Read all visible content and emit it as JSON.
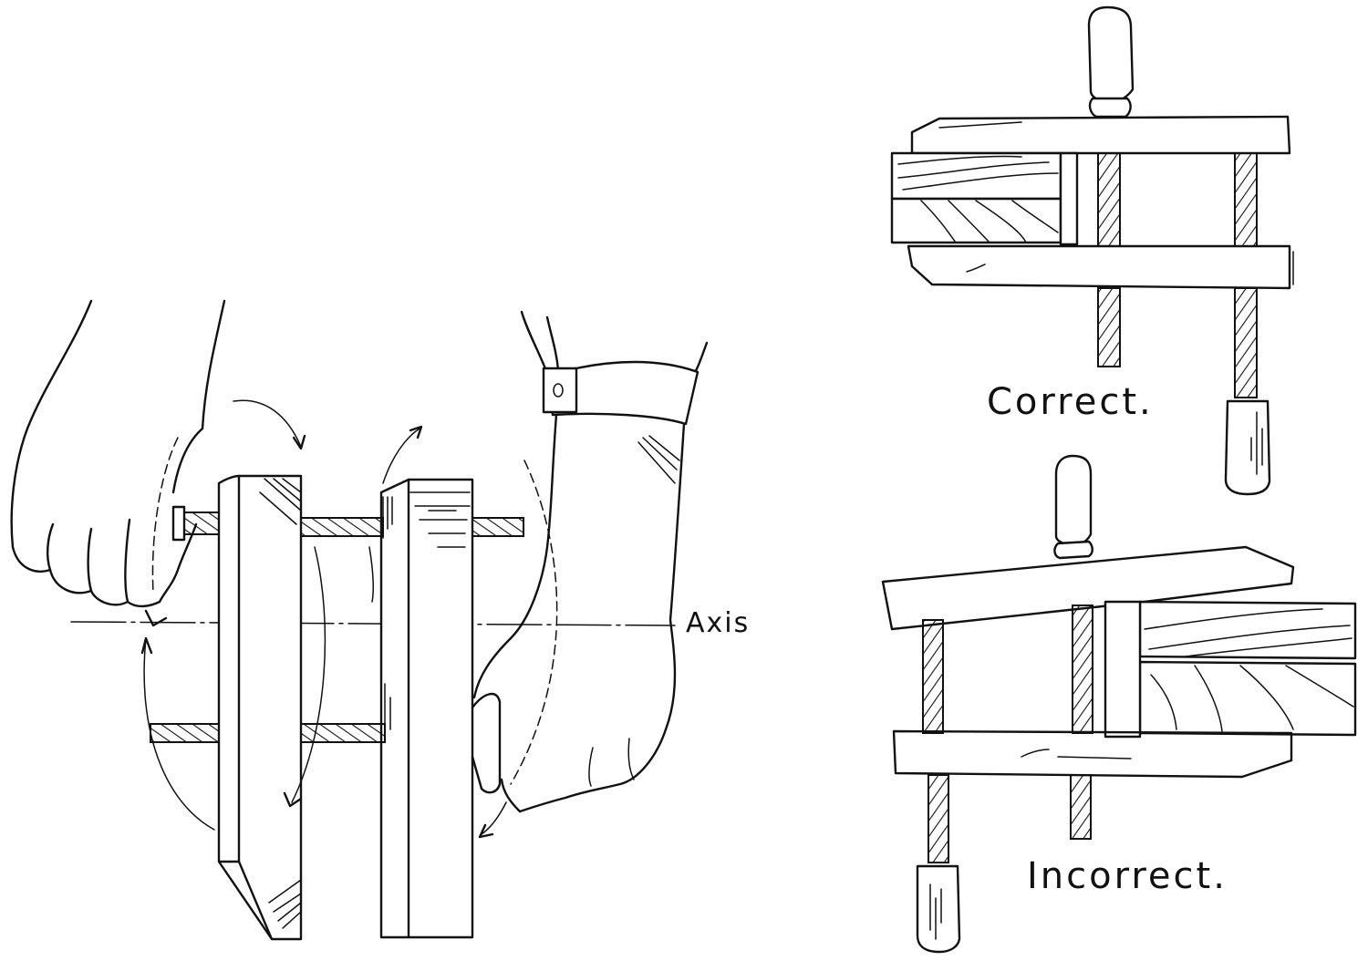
{
  "figure": {
    "subject": "Handscrew clamp adjustment",
    "background": "#ffffff",
    "ink_color": "#111111",
    "panels": [
      {
        "id": "rotation-demo",
        "description": "Two hands turning handscrew jaws around a horizontal axis; curved arrows show rotation",
        "label": "Axis"
      },
      {
        "id": "correct-example",
        "description": "Handscrew with parallel jaws gripping two boards",
        "label": "Correct."
      },
      {
        "id": "incorrect-example",
        "description": "Handscrew with non-parallel jaws, tips gripping only at the ends of two boards",
        "label": "Incorrect."
      }
    ]
  }
}
